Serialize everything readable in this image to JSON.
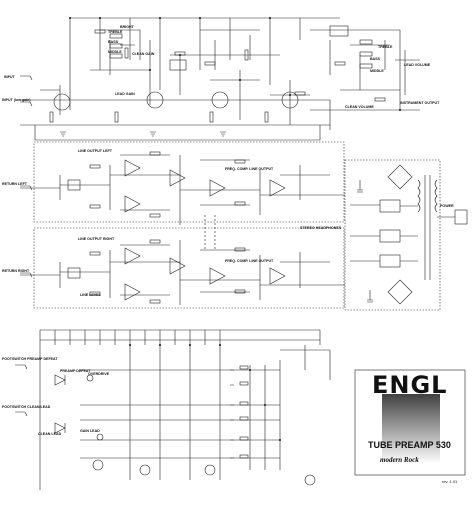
{
  "labels": {
    "input": "INPUT",
    "input_low_gain": "INPUT (low gain)",
    "treble1": "TREBLE",
    "bright": "BRIGHT",
    "bass1": "BASS",
    "middle1": "MIDDLE",
    "clean_gain": "CLEAN GAIN",
    "lead_gain": "LEAD GAIN",
    "treble2": "TREBLE",
    "bass2": "BASS",
    "middle2": "MIDDLE",
    "lead_volume": "LEAD VOLUME",
    "clean_volume": "CLEAN VOLUME",
    "instrument_output": "INSTRUMENT OUTPUT",
    "return_left": "RETURN LEFT",
    "return_right": "RETURN RIGHT",
    "line_out_left": "LINE OUTPUT LEFT",
    "line_out_right": "LINE OUTPUT RIGHT",
    "line_level": "LINE LEVEL",
    "freq_comp_left": "FREQ. COMP. LINE OUTPUT",
    "freq_comp_right": "FREQ. COMP. LINE OUTPUT",
    "stereo_headphones": "STEREO HEADPHONES",
    "power": "POWER",
    "footswitch_preamp": "FOOTSWITCH PREAMP DEFEAT",
    "preamp_defeat": "PREAMP DEFEAT",
    "overdrive": "OVERDRIVE",
    "footswitch_clean": "FOOTSWITCH CLEAN/LEAD",
    "clean_lead": "CLEAN LEAD",
    "gain_lead": "GAIN LEAD"
  },
  "title_block": {
    "brand": "ENGL",
    "title": "TUBE PREAMP 530",
    "subtitle": "modern Rock",
    "revision": "rev. 1.01"
  }
}
